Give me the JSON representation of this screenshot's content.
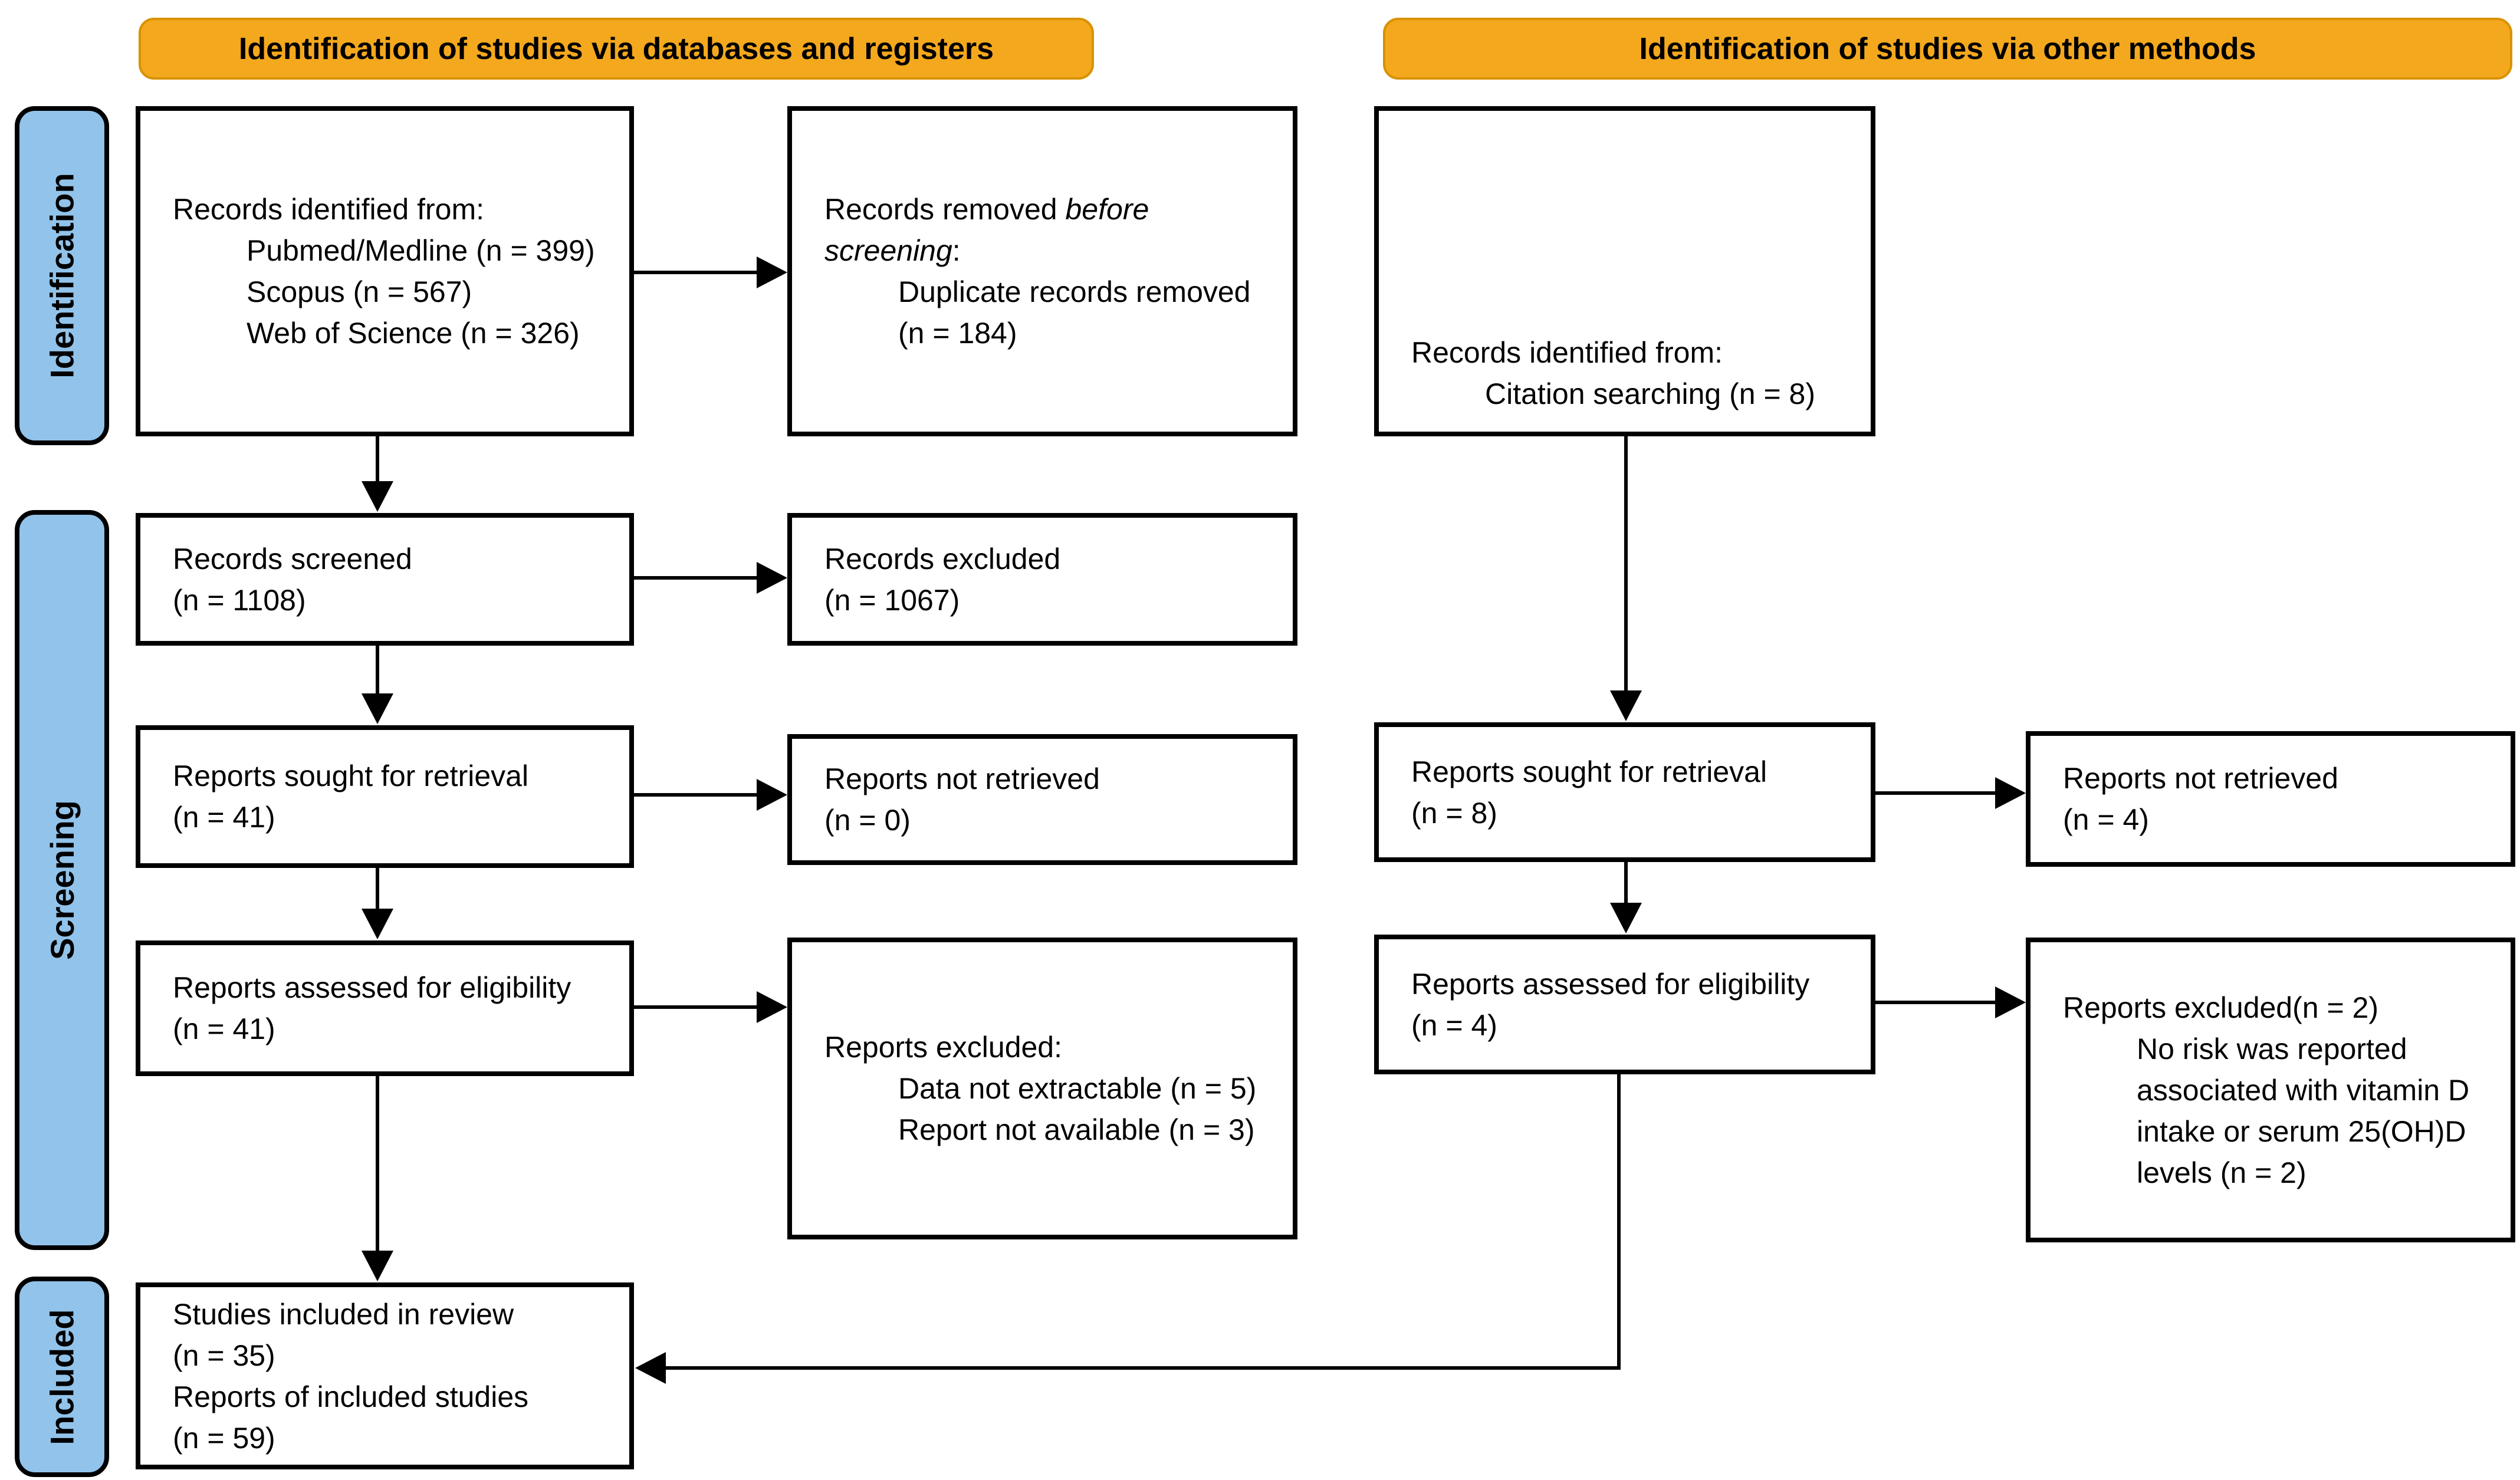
{
  "banners": {
    "left": "Identification of studies via databases and registers",
    "right": "Identification of studies via other methods"
  },
  "stages": {
    "identification": "Identification",
    "screening": "Screening",
    "included": "Included"
  },
  "colors": {
    "banner_fill": "#F4A81D",
    "banner_border": "#D89200",
    "stage_fill": "#92C3EA",
    "box_border": "#000000"
  },
  "boxes": {
    "records_identified": {
      "title": "Records identified from:",
      "items": [
        "Pubmed/Medline (n = 399)",
        "Scopus (n = 567)",
        "Web of Science (n = 326)"
      ]
    },
    "records_removed": {
      "line1_prefix": "Records removed ",
      "line1_italic": "before",
      "line2_italic": "screening",
      "line2_suffix": ":",
      "items": [
        "Duplicate records removed",
        "(n = 184)"
      ]
    },
    "citation_identified": {
      "title": "Records identified from:",
      "items": [
        "Citation searching (n = 8)"
      ]
    },
    "records_screened": {
      "lines": [
        "Records screened",
        "(n = 1108)"
      ]
    },
    "records_excluded": {
      "lines": [
        "Records excluded",
        "(n = 1067)"
      ]
    },
    "reports_sought_db": {
      "lines": [
        "Reports sought for retrieval",
        "(n = 41)"
      ]
    },
    "reports_not_retrieved_db": {
      "lines": [
        "Reports not retrieved",
        "(n = 0)"
      ]
    },
    "reports_sought_other": {
      "lines": [
        "Reports sought for retrieval",
        "(n = 8)"
      ]
    },
    "reports_not_retrieved_other": {
      "lines": [
        "Reports not retrieved",
        "(n = 4)"
      ]
    },
    "reports_assessed_db": {
      "lines": [
        "Reports assessed for eligibility",
        "(n = 41)"
      ]
    },
    "reports_excluded_db": {
      "title": "Reports excluded:",
      "items": [
        "Data not extractable (n = 5)",
        "Report not available (n = 3)"
      ]
    },
    "reports_assessed_other": {
      "lines": [
        "Reports assessed for eligibility",
        "(n = 4)"
      ]
    },
    "reports_excluded_other": {
      "title": "Reports excluded(n = 2)",
      "items": [
        "No risk was reported",
        "associated with vitamin D",
        "intake or serum 25(OH)D",
        "levels (n = 2)"
      ]
    },
    "studies_included": {
      "lines": [
        "Studies included in review",
        "(n = 35)",
        "Reports of included studies",
        "(n = 59)"
      ]
    }
  }
}
